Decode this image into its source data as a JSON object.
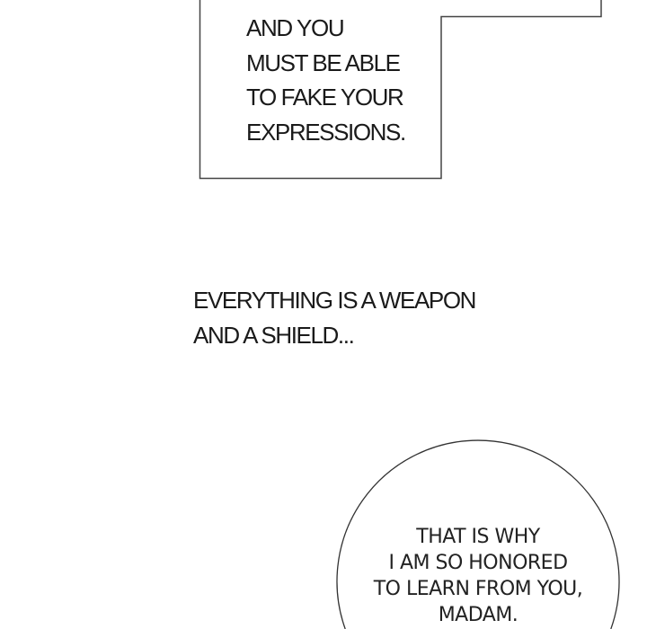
{
  "narration_box": {
    "lines": [
      "AND YOU",
      "MUST BE ABLE",
      "TO FAKE YOUR",
      "EXPRESSIONS."
    ]
  },
  "narration_free": {
    "lines": [
      "EVERYTHING IS A WEAPON",
      "AND A SHIELD..."
    ]
  },
  "speech_bubble": {
    "lines": [
      "THAT IS WHY",
      "I AM SO HONORED",
      "TO LEARN FROM YOU,",
      "MADAM."
    ]
  }
}
